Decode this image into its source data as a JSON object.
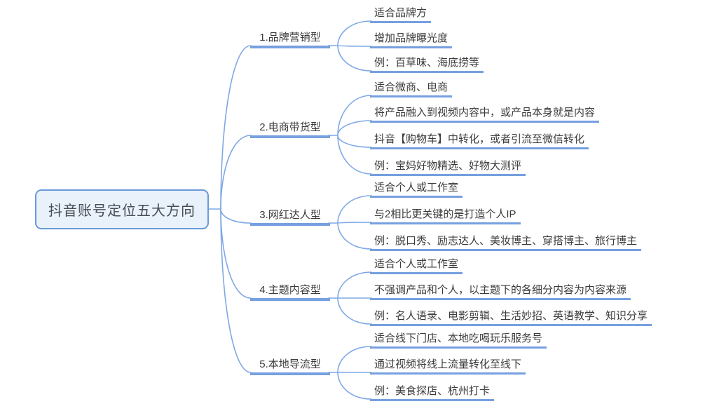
{
  "root": {
    "label": "抖音账号定位五大方向"
  },
  "branches": [
    {
      "label": "1.品牌营销型",
      "children": [
        "适合品牌方",
        "增加品牌曝光度",
        "例：百草味、海底捞等"
      ]
    },
    {
      "label": "2.电商带货型",
      "children": [
        "适合微商、电商",
        "将产品融入到视频内容中，或产品本身就是内容",
        "抖音【购物车】中转化，或者引流至微信转化",
        "例：宝妈好物精选、好物大测评"
      ]
    },
    {
      "label": "3.网红达人型",
      "children": [
        "适合个人或工作室",
        "与2相比更关键的是打造个人IP",
        "例：脱口秀、励志达人、美妆博主、穿搭博主、旅行博主"
      ]
    },
    {
      "label": "4.主题内容型",
      "children": [
        "适合个人或工作室",
        "不强调产品和个人，以主题下的各细分内容为内容来源",
        "例：名人语录、电影剪辑、生活妙招、英语教学、知识分享"
      ]
    },
    {
      "label": "5.本地导流型",
      "children": [
        "适合线下门店、本地吃喝玩乐服务号",
        "通过视频将线上流量转化至线下",
        "例：美食探店、杭州打卡"
      ]
    }
  ],
  "colors": {
    "connector_line": "#7fa8e6",
    "topic_underline": "#76a0e0",
    "root_border": "#6a9ad8",
    "root_fill": "#e9f1fb",
    "text": "#3b3b3b",
    "root_text": "#474c55"
  }
}
